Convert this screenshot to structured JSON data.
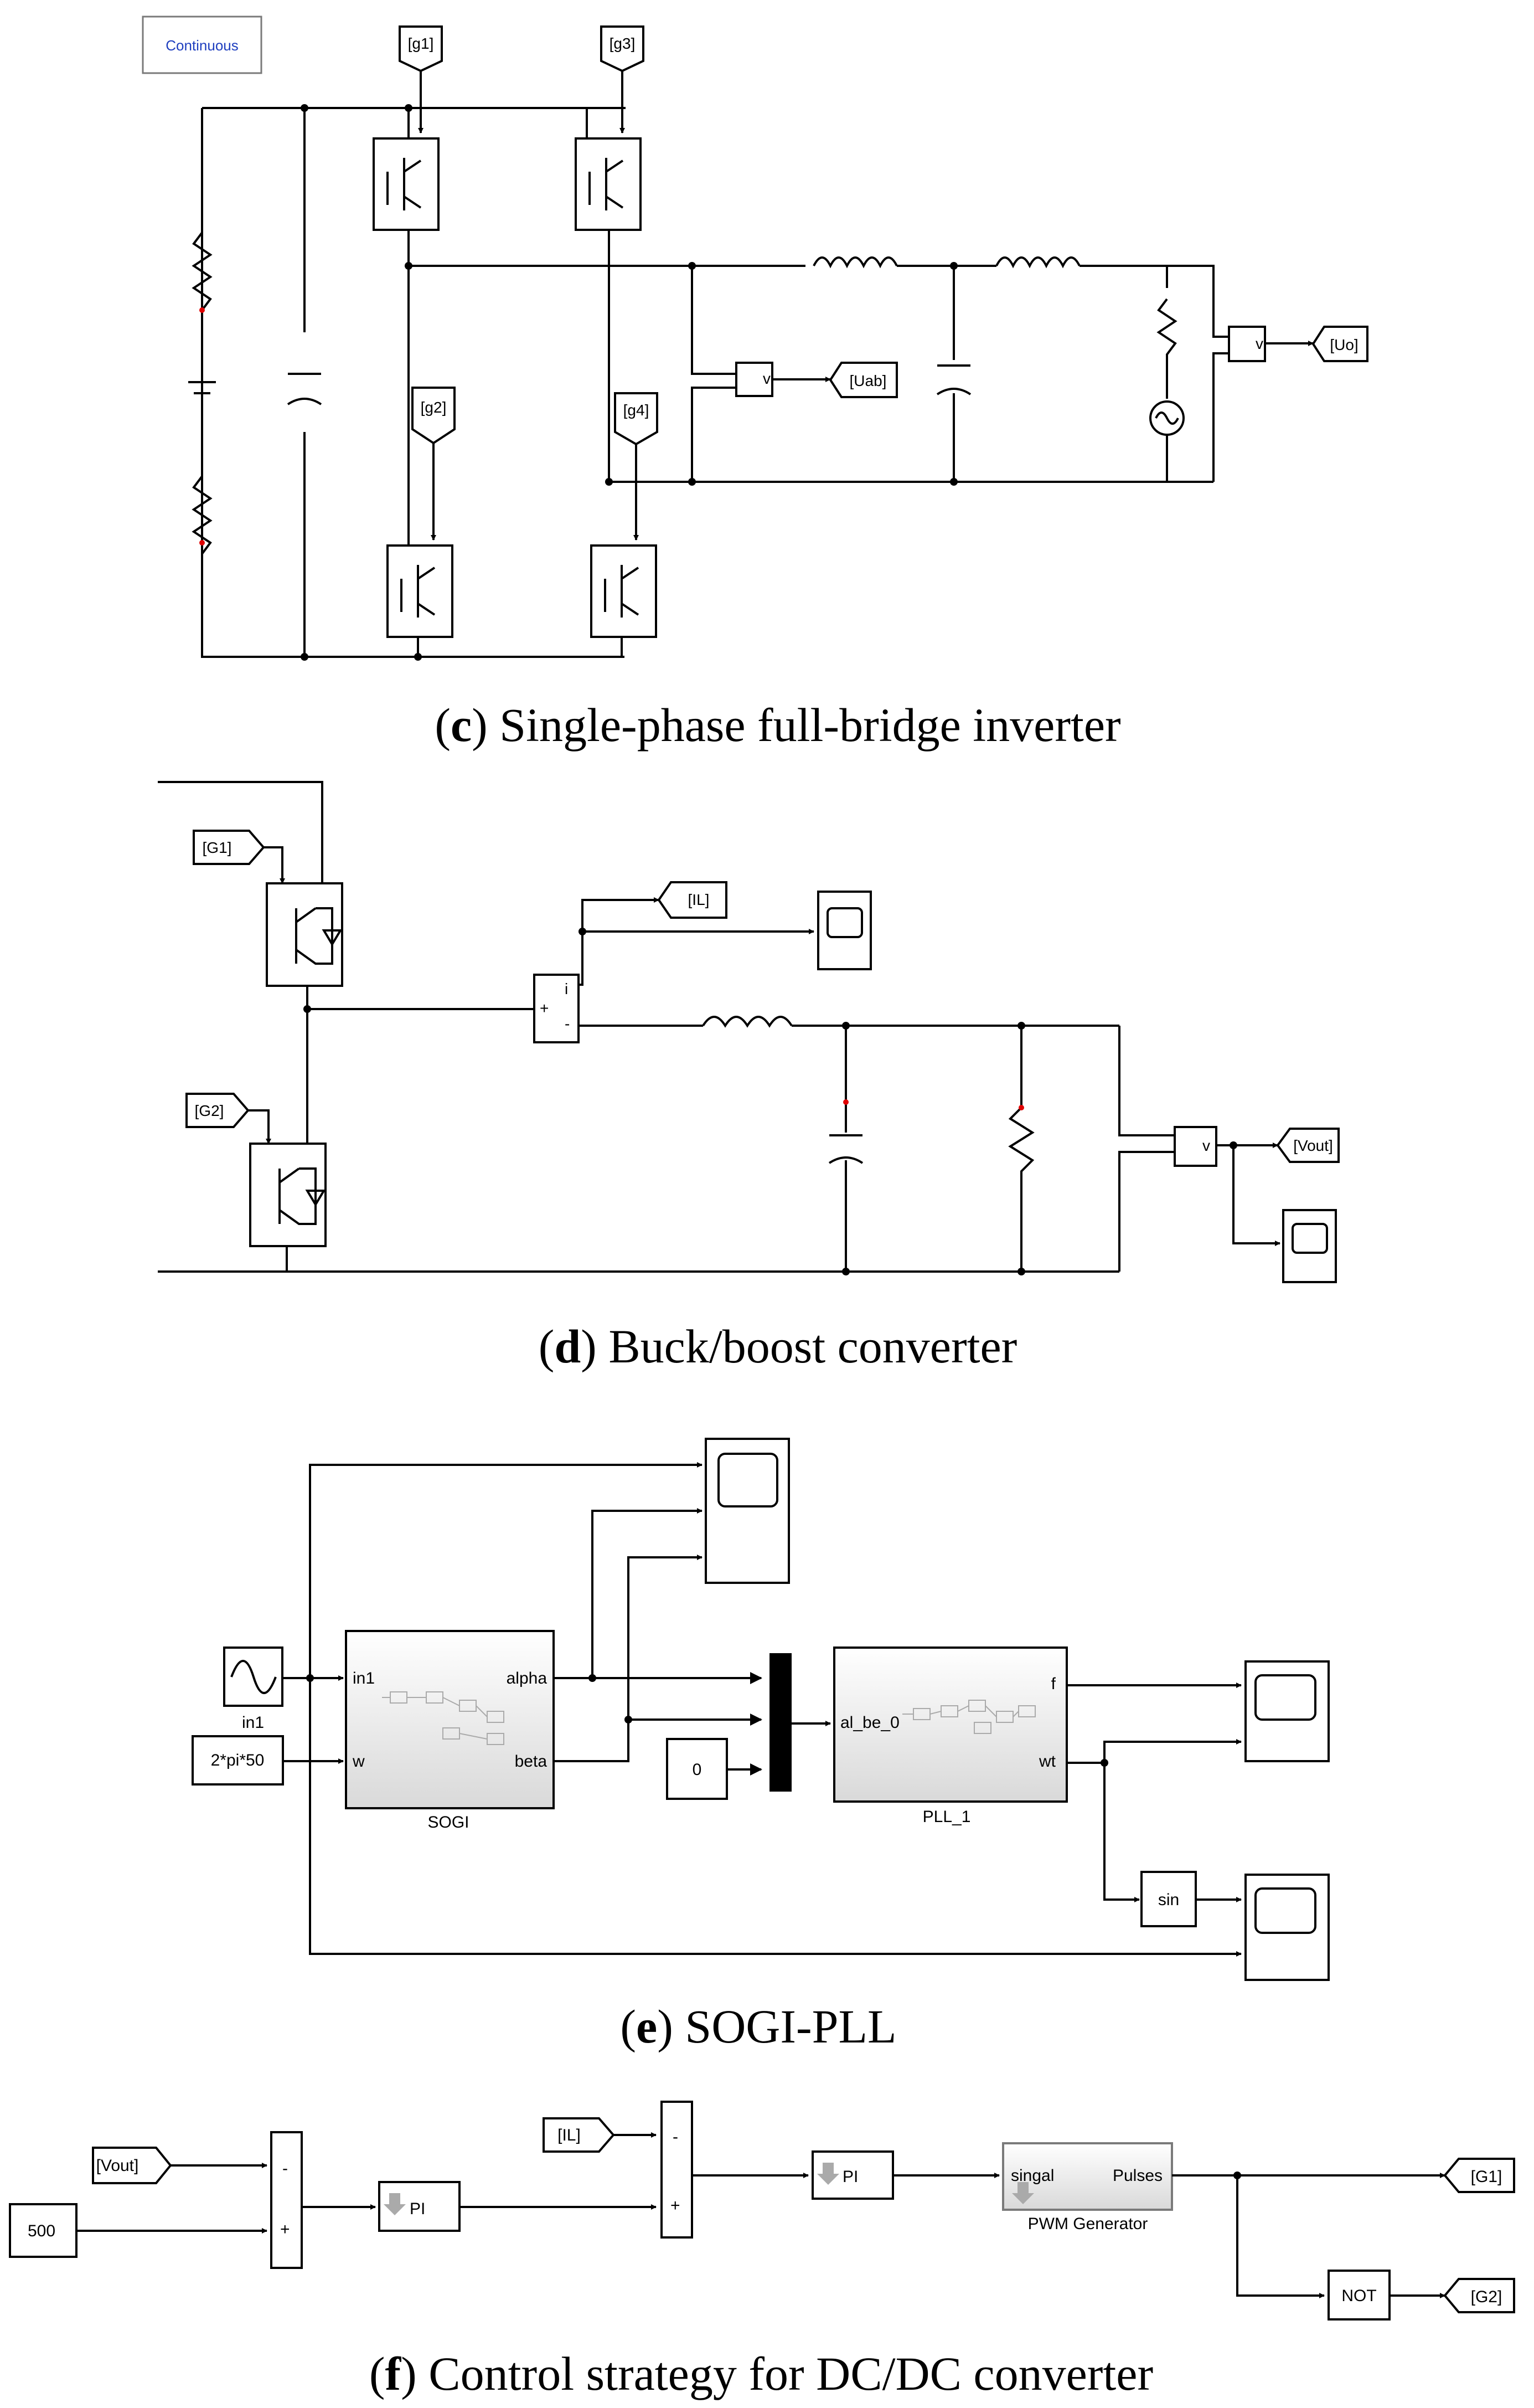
{
  "continuous_label": "Continuous",
  "panel_c": {
    "tags": [
      "[g1]",
      "[g3]",
      "[g2]",
      "[g4]"
    ],
    "meas_tags": [
      "[Uab]",
      "[Uo]"
    ],
    "caption_letter": "c",
    "caption_text": " Single-phase full-bridge inverter"
  },
  "panel_d": {
    "tags": [
      "[G1]",
      "[G2]"
    ],
    "meas_tags": [
      "[IL]",
      "[Vout]"
    ],
    "caption_letter": "d",
    "caption_text": " Buck/boost converter"
  },
  "panel_e": {
    "sogi_block": "SOGI",
    "sogi_ports": [
      "in1",
      "w",
      "alpha",
      "beta"
    ],
    "pll_block": "PLL_1",
    "pll_ports": [
      "al_be_0",
      "f",
      "wt"
    ],
    "sine_label": "in1",
    "constant_w": "2*pi*50",
    "constant_zero": "0",
    "sin_block": "sin",
    "caption_letter": "e",
    "caption_text": " SOGI-PLL"
  },
  "panel_f": {
    "vout_tag": "[Vout]",
    "ref_const": "500",
    "il_tag": "[IL]",
    "pi_label": "PI",
    "pwm_in": "singal",
    "pwm_out": "Pulses",
    "pwm_name": "PWM Generator",
    "not_label": "NOT",
    "out_tags": [
      "[G1]",
      "[G2]"
    ],
    "caption_letter": "f",
    "caption_text": " Control strategy for DC/DC converter"
  }
}
